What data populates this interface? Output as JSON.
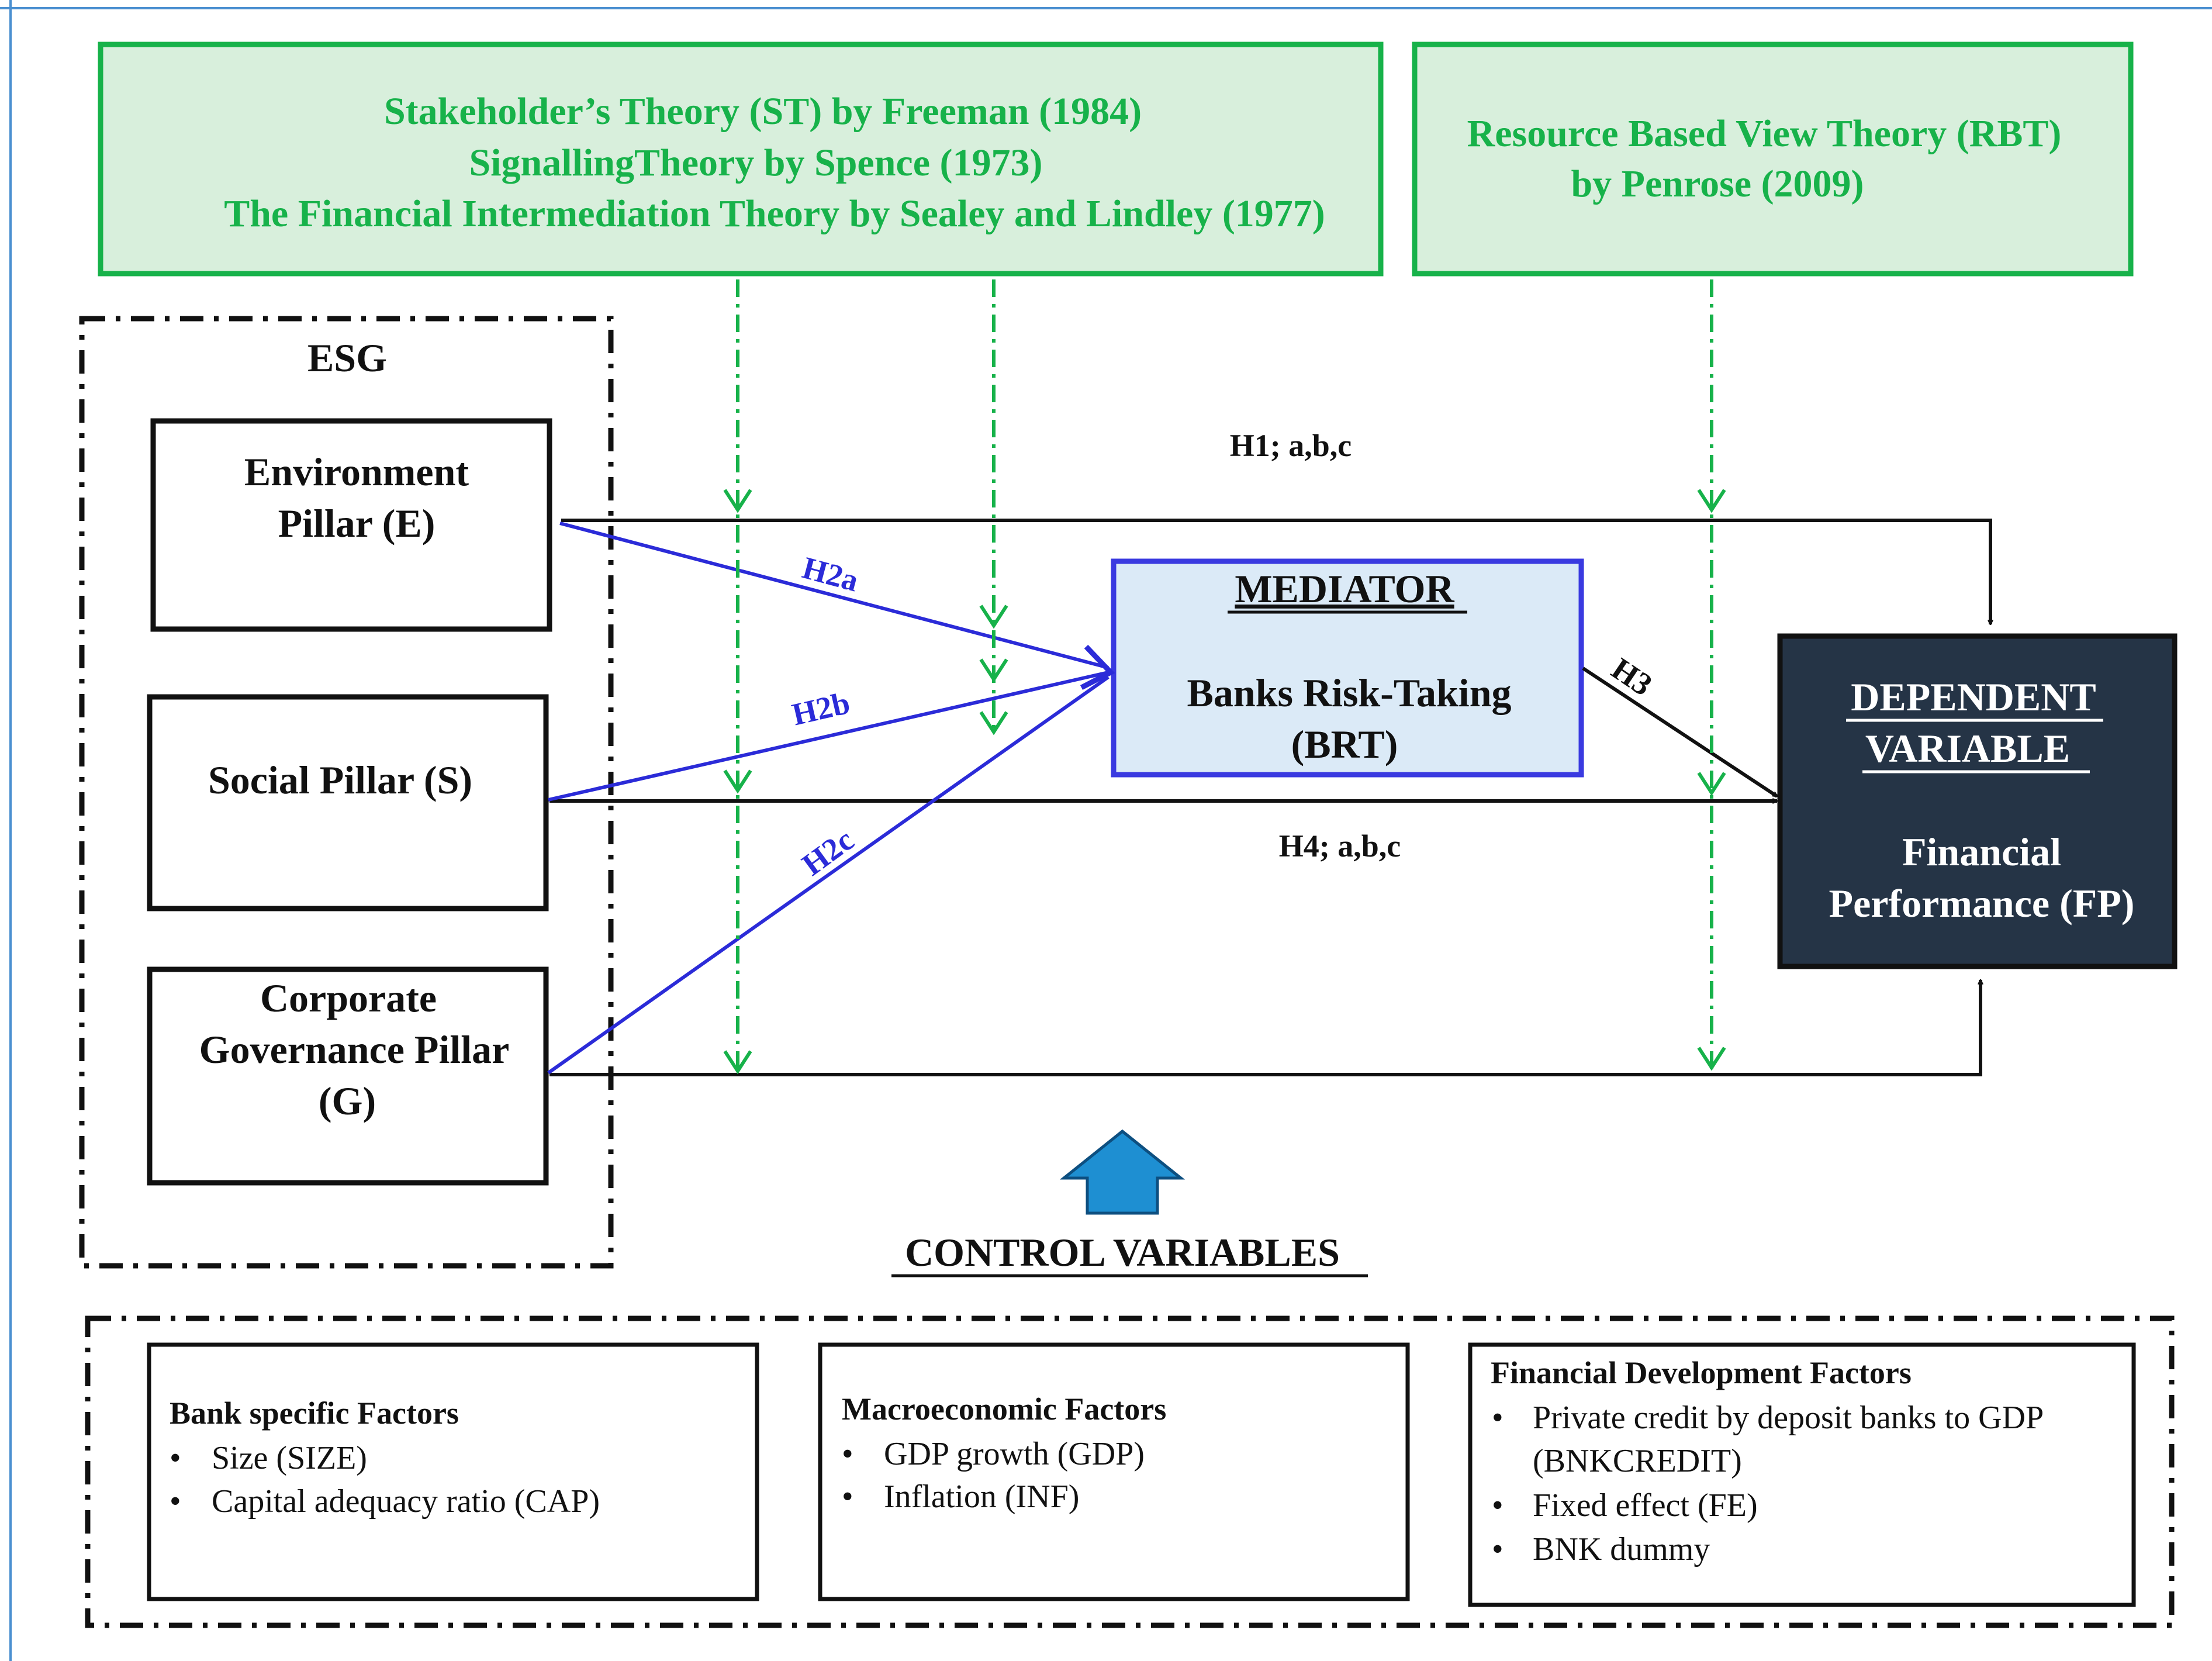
{
  "theories": {
    "left": [
      "Stakeholder’s Theory (ST) by Freeman (1984)",
      "SignallingTheory by Spence (1973)",
      "The Financial Intermediation Theory by Sealey and Lindley (1977)"
    ],
    "right": [
      "Resource Based View Theory (RBT)",
      "by Penrose (2009)"
    ]
  },
  "esg": {
    "title": "ESG",
    "environment": [
      "Environment",
      "Pillar (E)"
    ],
    "social": [
      "Social Pillar (S)"
    ],
    "governance": [
      "Corporate",
      "Governance Pillar",
      "(G)"
    ]
  },
  "mediator": {
    "heading": "MEDIATOR",
    "lines": [
      "Banks Risk-Taking",
      "(BRT)"
    ]
  },
  "dependent": {
    "heading": [
      "DEPENDENT",
      "VARIABLE"
    ],
    "lines": [
      "Financial",
      "Performance (FP)"
    ]
  },
  "hypotheses": {
    "h1": "H1; a,b,c",
    "h2a": "H2a",
    "h2b": "H2b",
    "h2c": "H2c",
    "h3": "H3",
    "h4": "H4; a,b,c"
  },
  "controls": {
    "title": "CONTROL VARIABLES",
    "bank": {
      "heading": "Bank specific Factors",
      "items": [
        "Size (SIZE)",
        "Capital adequacy ratio (CAP)"
      ]
    },
    "macro": {
      "heading": "Macroeconomic Factors",
      "items": [
        "GDP growth (GDP)",
        "Inflation (INF)"
      ]
    },
    "financial": {
      "heading": "Financial Development Factors",
      "items": [
        "Private credit by deposit banks to GDP",
        "(BNKCREDIT)",
        "Fixed effect (FE)",
        "BNK dummy"
      ]
    },
    "bullet": "•"
  },
  "colors": {
    "theory_fill": "#d8efdc",
    "theory_border": "#17b24a",
    "green_arrow": "#17b24a",
    "blue_arrow": "#2b2bd8",
    "mediator_fill": "#dbeaf7",
    "mediator_border": "#3a3ae0",
    "dependent_fill": "#253446",
    "control_arrow": "#1e8fd2"
  }
}
